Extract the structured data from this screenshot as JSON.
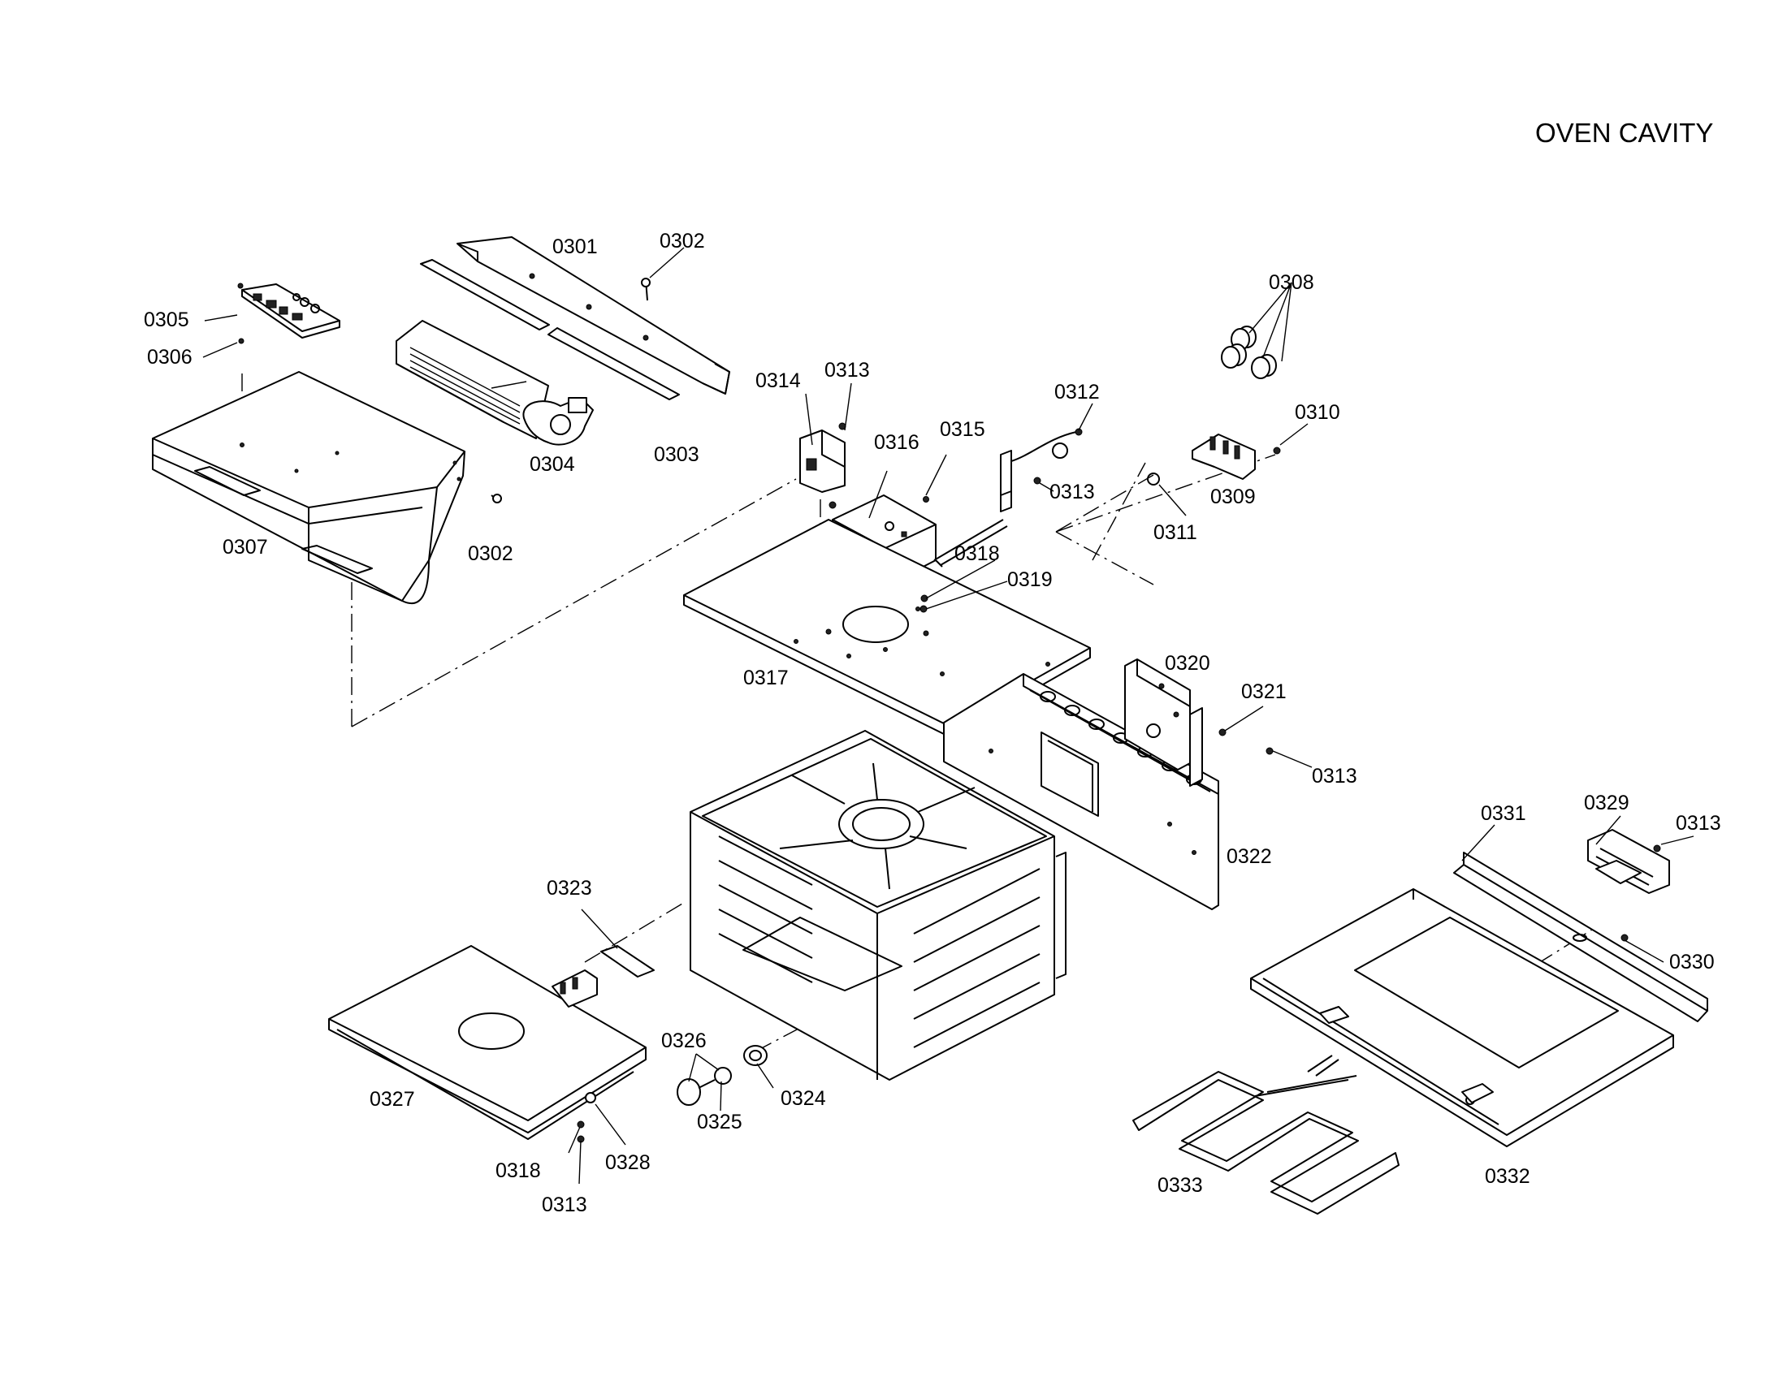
{
  "title": "OVEN CAVITY",
  "callouts": {
    "c0301": "0301",
    "c0302a": "0302",
    "c0302b": "0302",
    "c0303": "0303",
    "c0304": "0304",
    "c0305": "0305",
    "c0306": "0306",
    "c0307": "0307",
    "c0308": "0308",
    "c0309": "0309",
    "c0310": "0310",
    "c0311": "0311",
    "c0312": "0312",
    "c0313a": "0313",
    "c0313b": "0313",
    "c0313c": "0313",
    "c0313d": "0313",
    "c0313e": "0313",
    "c0314": "0314",
    "c0315": "0315",
    "c0316": "0316",
    "c0317": "0317",
    "c0318a": "0318",
    "c0318b": "0318",
    "c0319": "0319",
    "c0320": "0320",
    "c0321": "0321",
    "c0322": "0322",
    "c0323": "0323",
    "c0324": "0324",
    "c0325": "0325",
    "c0326": "0326",
    "c0327": "0327",
    "c0328": "0328",
    "c0329": "0329",
    "c0330": "0330",
    "c0331": "0331",
    "c0332": "0332",
    "c0333": "0333"
  }
}
